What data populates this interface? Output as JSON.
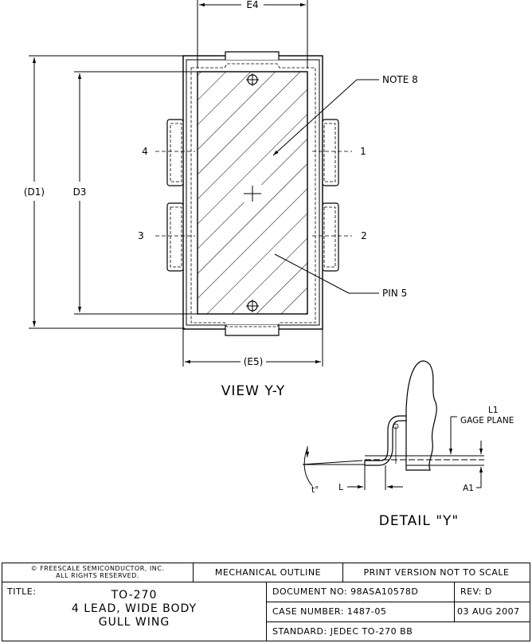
{
  "drawing": {
    "dimensions": {
      "e4": "E4",
      "d1": "(D1)",
      "d3": "D3",
      "e5": "(E5)"
    },
    "pins": {
      "p1": "1",
      "p2": "2",
      "p3": "3",
      "p4": "4"
    },
    "callouts": {
      "note": "NOTE 8",
      "pin5": "PIN 5"
    },
    "view_title": "VIEW Y-Y",
    "detail": {
      "l1": "L1",
      "gage_plane": "GAGE PLANE",
      "t_angle": "t°",
      "l": "L",
      "a1": "A1",
      "title": "DETAIL \"Y\""
    }
  },
  "title_block": {
    "copyright_line1": "© FREESCALE SEMICONDUCTOR, INC.",
    "copyright_line2": "ALL RIGHTS RESERVED.",
    "header": "MECHANICAL OUTLINE",
    "print_note": "PRINT VERSION NOT TO SCALE",
    "title_label": "TITLE:",
    "title_line1": "TO-270",
    "title_line2": "4 LEAD, WIDE BODY",
    "title_line3": "GULL WING",
    "document_no": "DOCUMENT NO: 98ASA10578D",
    "rev": "REV: D",
    "case_number": "CASE NUMBER: 1487-05",
    "date": "03 AUG 2007",
    "standard": "STANDARD: JEDEC TO-270 BB"
  }
}
